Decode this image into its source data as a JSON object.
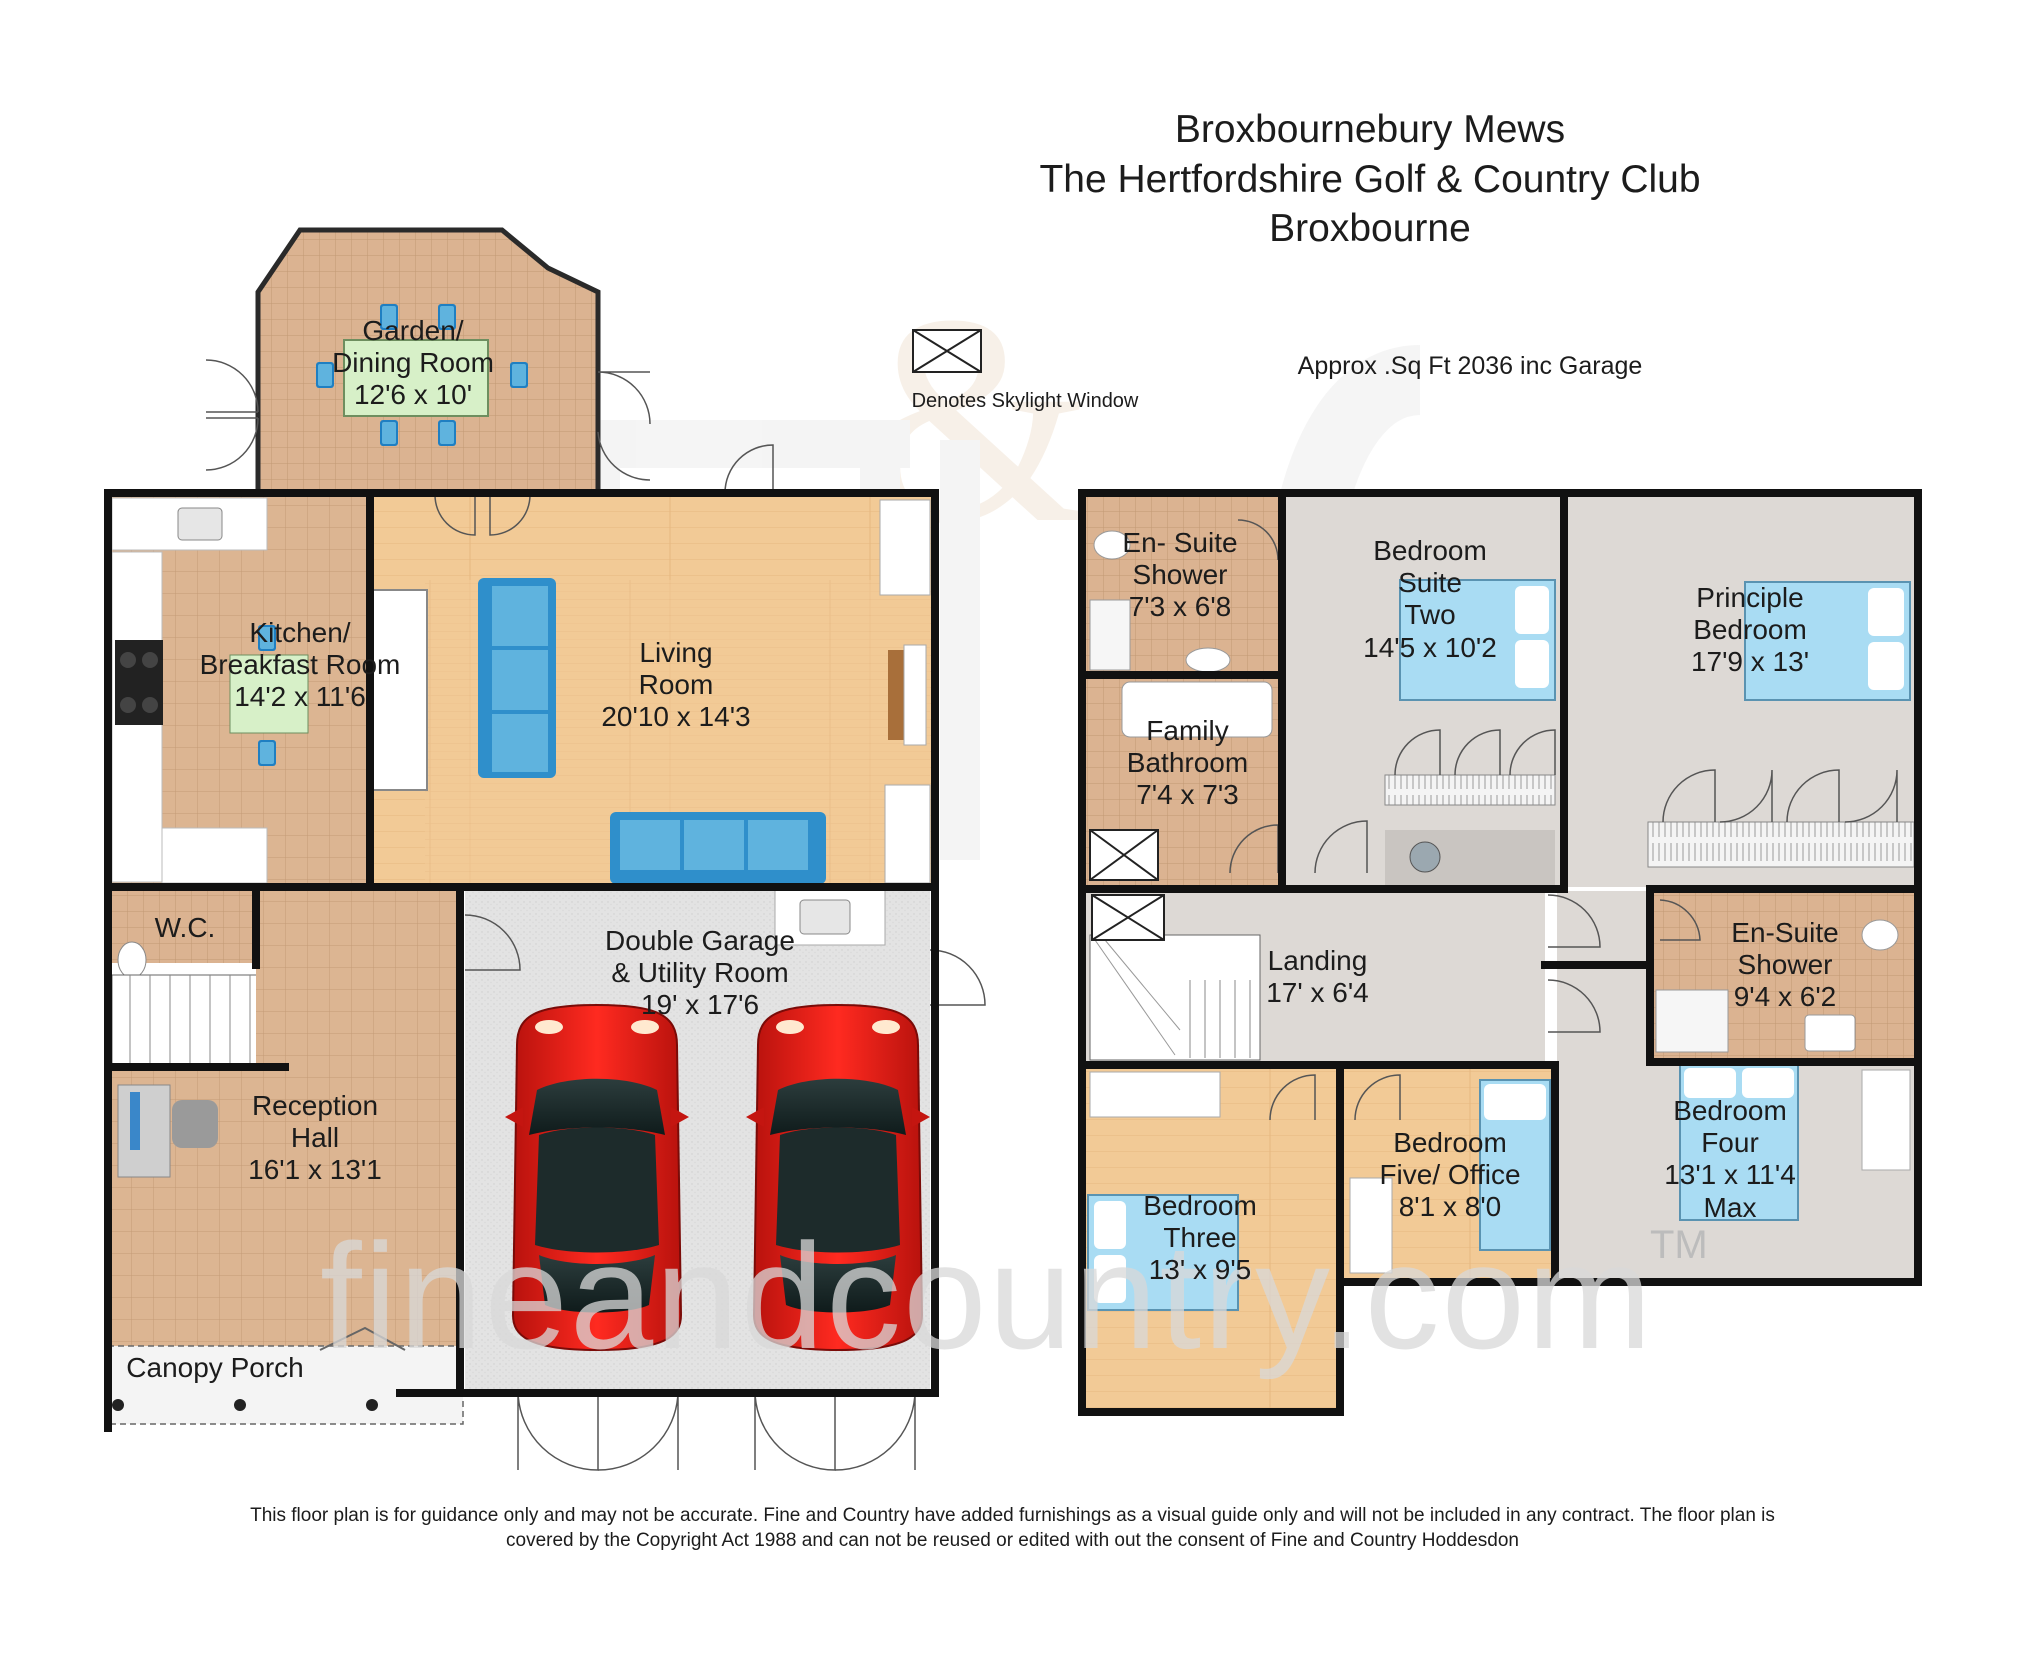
{
  "header": {
    "title_line1": "Broxbournebury Mews",
    "title_line2": "The Hertfordshire Golf & Country Club",
    "title_line3": "Broxbourne",
    "area": "Approx .Sq Ft 2036 inc Garage",
    "skylight_legend": "Denotes Skylight Window"
  },
  "ground_floor": {
    "garden_dining": {
      "l1": "Garden/",
      "l2": "Dining Room",
      "dim": "12'6 x 10'"
    },
    "kitchen": {
      "l1": "Kitchen/",
      "l2": "Breakfast Room",
      "dim": "14'2 x 11'6"
    },
    "living": {
      "l1": "Living",
      "l2": "Room",
      "dim": "20'10 x 14'3"
    },
    "wc": {
      "l1": "W.C."
    },
    "reception": {
      "l1": "Reception",
      "l2": "Hall",
      "dim": "16'1 x 13'1"
    },
    "garage": {
      "l1": "Double Garage",
      "l2": "& Utility Room",
      "dim": "19' x 17'6"
    },
    "porch": {
      "l1": "Canopy Porch"
    }
  },
  "first_floor": {
    "ensuite_shower_1": {
      "l1": "En- Suite",
      "l2": "Shower",
      "dim": "7'3 x 6'8"
    },
    "bedroom_suite_two": {
      "l1": "Bedroom",
      "l2": "Suite",
      "l3": "Two",
      "dim": "14'5 x 10'2"
    },
    "principle_bedroom": {
      "l1": "Principle",
      "l2": "Bedroom",
      "dim": "17'9 x 13'"
    },
    "family_bathroom": {
      "l1": "Family",
      "l2": "Bathroom",
      "dim": "7'4 x 7'3"
    },
    "landing": {
      "l1": "Landing",
      "dim": "17' x 6'4"
    },
    "ensuite_shower_2": {
      "l1": "En-Suite",
      "l2": "Shower",
      "dim": "9'4 x 6'2"
    },
    "bedroom_three": {
      "l1": "Bedroom",
      "l2": "Three",
      "dim": "13' x 9'5"
    },
    "bedroom_five": {
      "l1": "Bedroom",
      "l2": "Five/ Office",
      "dim": "8'1 x 8'0"
    },
    "bedroom_four": {
      "l1": "Bedroom",
      "l2": "Four",
      "dim": "13'1 x 11'4",
      "l3": "Max"
    }
  },
  "watermark": {
    "text": "fineandcountry.com",
    "tm": "TM"
  },
  "footer": {
    "line1": "This floor plan is for guidance only and may not be accurate. Fine and Country have added furnishings as a visual guide only and will not be included in any contract. The floor plan is",
    "line2": "covered by the Copyright Act 1988 and can not be reused or edited with out the consent of Fine and Country Hoddesdon"
  },
  "colors": {
    "wall": "#111111",
    "tile": "#dcb592",
    "wood": "#f3cc98",
    "carpet": "#ddd9d5",
    "garage_floor": "#e4e4e4",
    "car": "#e2231a",
    "furniture_blue": "#5fb3de",
    "bed_blue": "#a9dcf3"
  }
}
